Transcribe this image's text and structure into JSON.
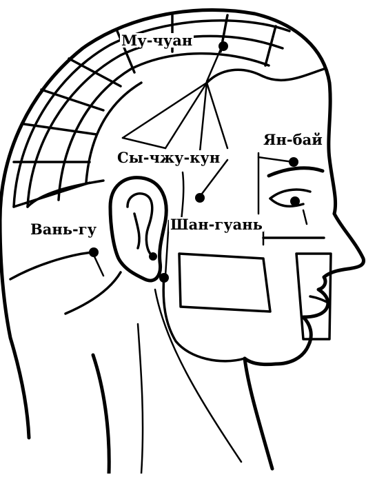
{
  "points": {
    "mu_chuan": "Му-чуан",
    "syi_chzhu_kun": "Сы-чжу-кун",
    "yan_bai": "Ян-бай",
    "shan_guan": "Шан-гуань",
    "van_gu": "Вань-гу"
  }
}
